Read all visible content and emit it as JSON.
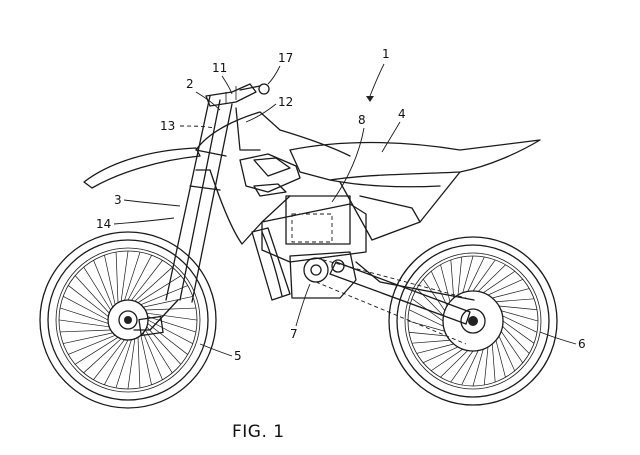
{
  "figure": {
    "caption": "FIG. 1",
    "reference_numerals": {
      "assembly": "1",
      "frame": "2",
      "front_fork": "3",
      "seat": "4",
      "front_wheel": "5",
      "rear_wheel": "6",
      "motor": "7",
      "battery": "8",
      "handlebar": "11",
      "steering_tube": "12",
      "steering_dashed": "13",
      "fork_tube": "14",
      "grip": "17"
    }
  }
}
